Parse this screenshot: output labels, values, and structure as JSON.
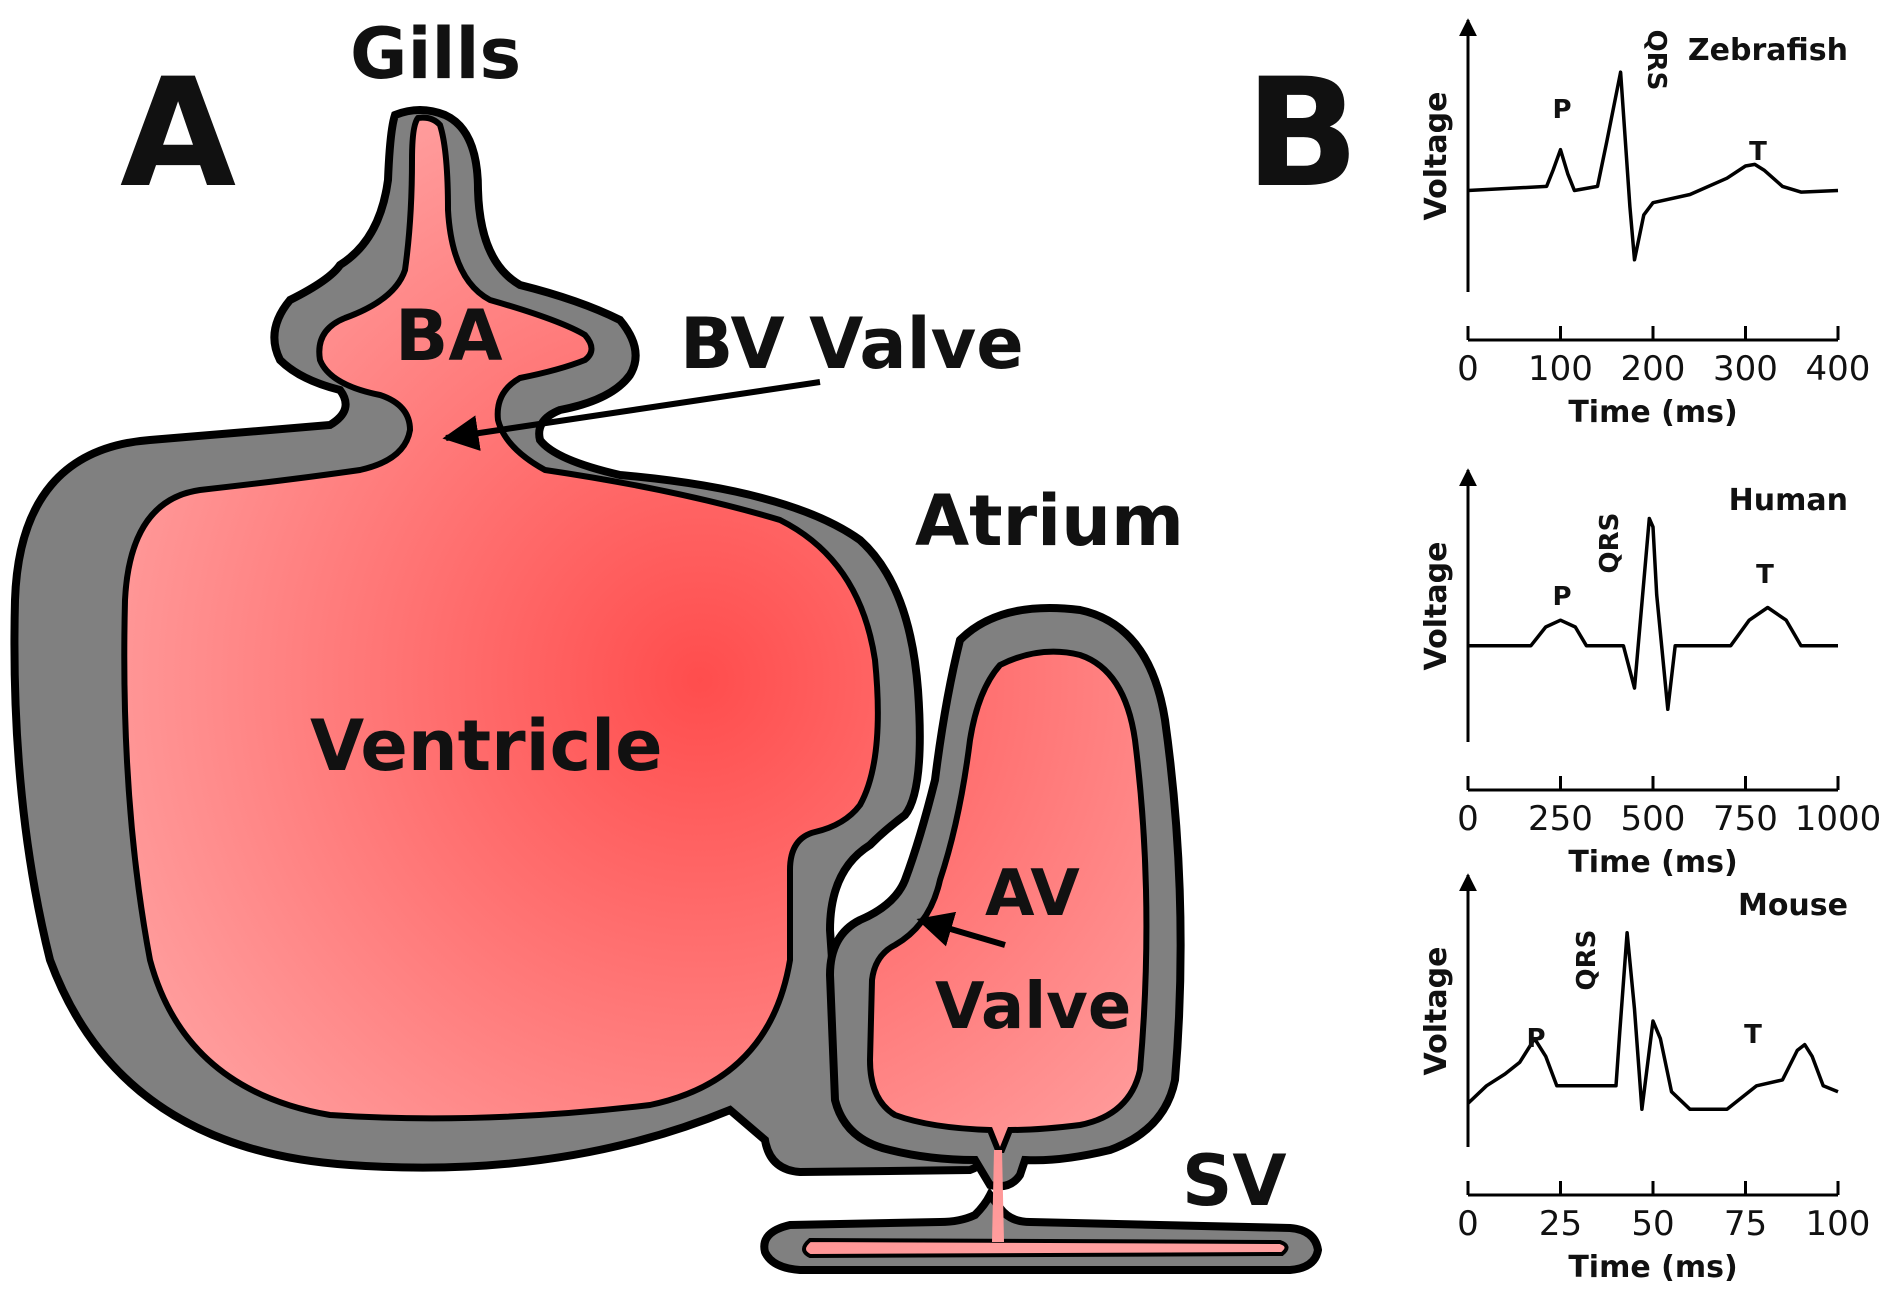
{
  "panel_a": {
    "panel_label": "A",
    "labels": {
      "gills": "Gills",
      "ba": "BA",
      "bv_valve": "BV Valve",
      "atrium": "Atrium",
      "ventricle": "Ventricle",
      "av": "AV",
      "valve": "Valve",
      "sv": "SV"
    },
    "colors": {
      "wall": "#808080",
      "chamber_center": "#ff4d4d",
      "chamber_edge": "#ff9f9f",
      "outline": "#000000"
    }
  },
  "panel_b": {
    "panel_label": "B",
    "wave_labels": {
      "p": "P",
      "qrs": "QRS",
      "t": "T"
    }
  },
  "chart_data": [
    {
      "type": "line",
      "title": "Zebrafish",
      "xlabel": "Time (ms)",
      "ylabel": "Voltage",
      "xlim": [
        0,
        400
      ],
      "x_ticks": [
        "0",
        "100",
        "200",
        "300",
        "400"
      ],
      "series": [
        {
          "x": [
            0,
            85,
            92,
            100,
            108,
            115,
            140,
            150,
            165,
            175,
            180,
            190,
            200,
            240,
            280,
            300,
            310,
            320,
            340,
            360,
            400
          ],
          "y": [
            0,
            0.05,
            0.25,
            0.5,
            0.2,
            0,
            0.05,
            0.6,
            1.45,
            -0.2,
            -0.85,
            -0.3,
            -0.15,
            -0.05,
            0.15,
            0.3,
            0.32,
            0.25,
            0.05,
            -0.02,
            0
          ]
        }
      ],
      "annotations": [
        "P",
        "QRS",
        "T"
      ]
    },
    {
      "type": "line",
      "title": "Human",
      "xlabel": "Time (ms)",
      "ylabel": "Voltage",
      "xlim": [
        0,
        1000
      ],
      "x_ticks": [
        "0",
        "250",
        "500",
        "750",
        "1000"
      ],
      "series": [
        {
          "x": [
            0,
            170,
            210,
            250,
            290,
            320,
            420,
            450,
            490,
            500,
            510,
            540,
            560,
            600,
            710,
            760,
            810,
            860,
            900,
            1000
          ],
          "y": [
            0,
            0,
            0.22,
            0.3,
            0.22,
            0,
            0,
            -0.5,
            1.5,
            1.4,
            0.6,
            -0.75,
            0,
            0,
            0,
            0.3,
            0.45,
            0.3,
            0,
            0
          ]
        }
      ],
      "annotations": [
        "P",
        "QRS",
        "T"
      ]
    },
    {
      "type": "line",
      "title": "Mouse",
      "xlabel": "Time (ms)",
      "ylabel": "Voltage",
      "xlim": [
        0,
        100
      ],
      "x_ticks": [
        "0",
        "25",
        "50",
        "75",
        "100"
      ],
      "series": [
        {
          "x": [
            0,
            5,
            10,
            14,
            18,
            21,
            24,
            30,
            40,
            41,
            43,
            45,
            47,
            50,
            52,
            55,
            60,
            70,
            78,
            85,
            89,
            91,
            93,
            96,
            100
          ],
          "y": [
            0,
            0.15,
            0.25,
            0.35,
            0.55,
            0.4,
            0.15,
            0.15,
            0.15,
            0.6,
            1.45,
            0.8,
            -0.05,
            0.7,
            0.55,
            0.1,
            -0.05,
            -0.05,
            0.15,
            0.2,
            0.45,
            0.5,
            0.4,
            0.15,
            0.1
          ]
        }
      ],
      "annotations": [
        "P",
        "QRS",
        "T"
      ]
    }
  ]
}
